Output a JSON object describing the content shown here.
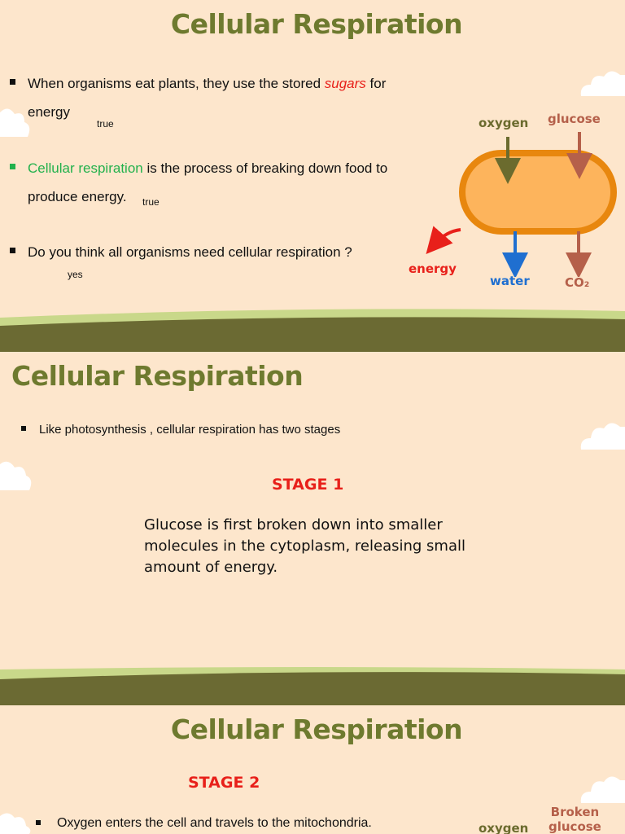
{
  "slide1": {
    "title": "Cellular Respiration",
    "bullet1": {
      "pre": "When organisms eat plants, they use the stored ",
      "highlight": "sugars",
      "post": " for",
      "line2": "energy",
      "note": "true"
    },
    "bullet2": {
      "highlight": "Cellular respiration",
      "post": " is the process of breaking down food to",
      "line2": "produce energy.",
      "note": "true"
    },
    "bullet3": {
      "text": "Do you think all organisms need cellular respiration ?",
      "note": "yes"
    },
    "diagram": {
      "labels": {
        "oxygen": "oxygen",
        "glucose": "glucose",
        "energy": "energy",
        "water": "water",
        "co2": "CO₂"
      },
      "colors": {
        "cell_fill": "#fdb45c",
        "cell_stroke": "#e8870e",
        "oxygen": "#6b6b2e",
        "glucose": "#b5604a",
        "energy": "#e8201a",
        "water": "#1f6fd0",
        "co2": "#b5604a"
      }
    }
  },
  "slide2": {
    "title": "Cellular Respiration",
    "bullet1": "Like photosynthesis , cellular respiration has two stages",
    "stage": "STAGE 1",
    "body": [
      "Glucose is first broken down into smaller",
      "molecules in the cytoplasm, releasing small",
      "amount of  energy."
    ]
  },
  "slide3": {
    "title": "Cellular Respiration",
    "stage": "STAGE 2",
    "bullet1": "Oxygen enters the cell and travels to the mitochondria.",
    "diagram": {
      "oxygen": "oxygen",
      "broken": "Broken",
      "glucose": "glucose"
    }
  },
  "theme": {
    "background": "#fde6cc",
    "title_color": "#6e7a2f",
    "ground_dark": "#6b6a33",
    "ground_light": "#c9d88a"
  }
}
